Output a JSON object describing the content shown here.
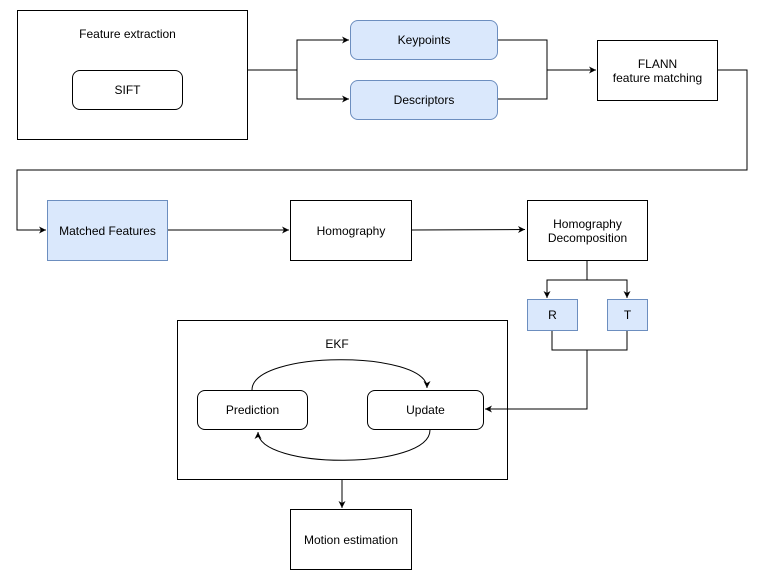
{
  "feature_extraction": {
    "title": "Feature extraction",
    "sift": "SIFT"
  },
  "keypoints": "Keypoints",
  "descriptors": "Descriptors",
  "flann": "FLANN\nfeature matching",
  "matched_features": "Matched Features",
  "homography": "Homography",
  "homography_decomposition": "Homography\nDecomposition",
  "r": "R",
  "t": "T",
  "ekf": {
    "title": "EKF",
    "prediction": "Prediction",
    "update": "Update"
  },
  "motion_estimation": "Motion estimation",
  "colors": {
    "highlight_fill": "#dae8fc",
    "highlight_stroke": "#6c8ebf",
    "line": "#000000"
  }
}
